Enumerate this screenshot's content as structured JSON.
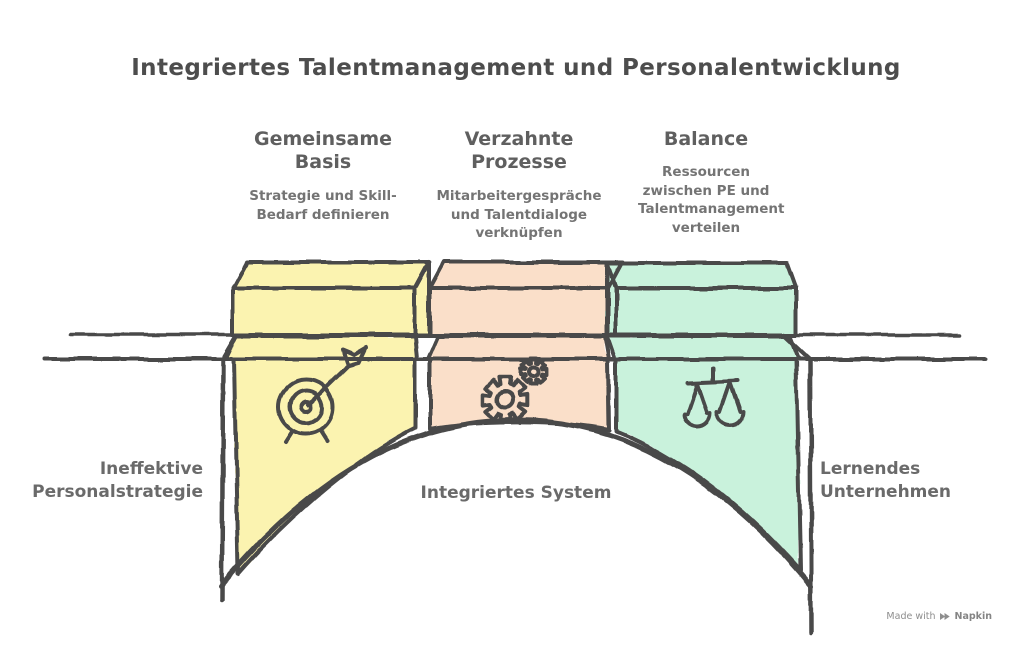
{
  "title": "Integriertes Talentmanagement und Personalentwicklung",
  "columns": [
    {
      "heading": "Gemeinsame Basis",
      "description": "Strategie und Skill-Bedarf definieren",
      "icon": "target-dart-icon",
      "fill": "#FBF3B0"
    },
    {
      "heading": "Verzahnte Prozesse",
      "description": "Mitarbeitergespräche und Talentdialoge verknüpfen",
      "icon": "gears-icon",
      "fill": "#FADFC9"
    },
    {
      "heading": "Balance",
      "description": "Ressourcen zwischen PE und Talentmanagement verteilen",
      "icon": "balance-scale-icon",
      "fill": "#C9F2DC"
    }
  ],
  "bridge_labels": {
    "left": "Ineffektive Personalstrategie",
    "center": "Integriertes System",
    "right": "Lernendes Unternehmen"
  },
  "watermark": {
    "prefix": "Made with",
    "brand": "Napkin"
  },
  "palette": {
    "outline": "#4A4A4A",
    "yellow_block": "#FBF3B0",
    "pink_block": "#FADFC9",
    "teal_block": "#C9F2DC",
    "title_text": "#4D4D4D",
    "heading_text": "#5F5F5F",
    "subtitle_text": "#747474",
    "label_text": "#6A6A6A",
    "watermark_text": "#8E8E8E",
    "background": "#FFFFFF"
  }
}
